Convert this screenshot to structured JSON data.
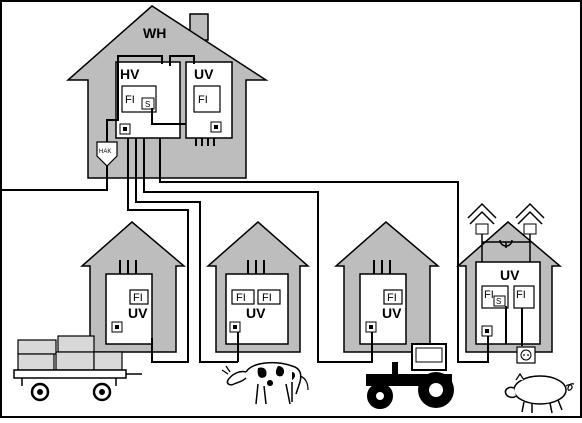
{
  "labels": {
    "main_house": "WH",
    "main_distribution": "HV",
    "sub_distribution": "UV",
    "fi": "FI",
    "s": "S",
    "hak": "HAK"
  }
}
